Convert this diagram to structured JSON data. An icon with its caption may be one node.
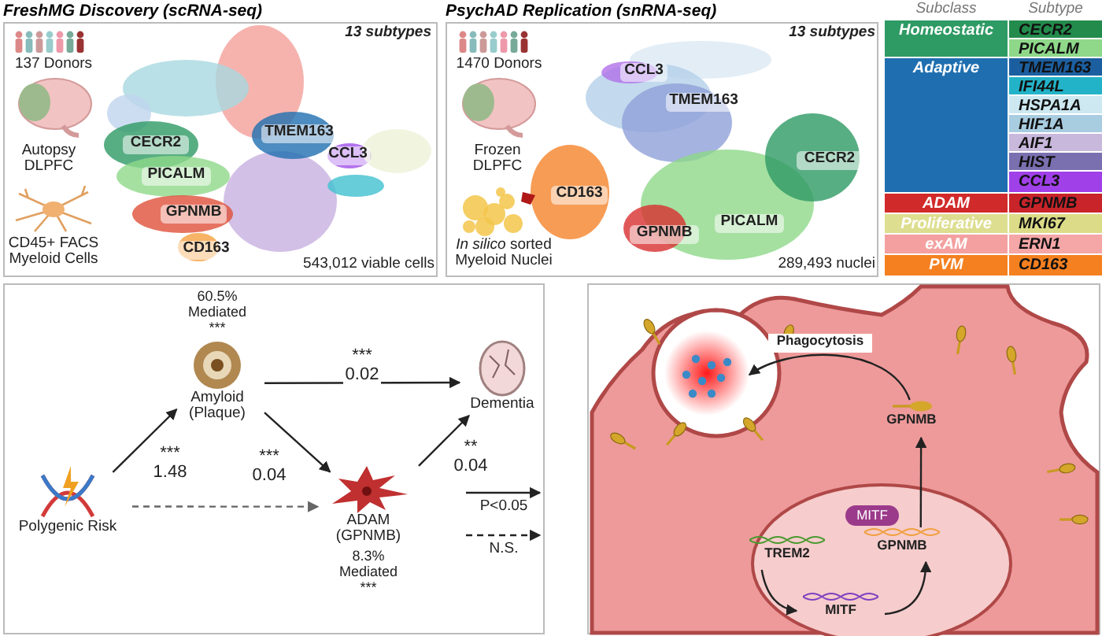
{
  "diagram": {
    "nodes": [
      {
        "text": [
          "FreshMG Discovery (scRNA-seq)"
        ]
      },
      {
        "text": [
          "PsychAD Replication (snRNA-seq)"
        ]
      },
      {
        "text": [
          "Polygenic Risk"
        ]
      },
      {
        "text": [
          "Amyloid (Plaque)"
        ],
        "beside": [
          "60.5% Mediated ***"
        ]
      },
      {
        "text": [
          "Dementia"
        ]
      },
      {
        "text": [
          "ADAM (GPNMB)"
        ],
        "beside": [
          "8.3% Mediated ***"
        ]
      },
      {
        "text": [],
        "shape": "picture"
      },
      {
        "text": [
          "GPNMB"
        ]
      },
      {
        "text": [
          "MITF"
        ]
      },
      {
        "text": [
          "GPNMB"
        ]
      },
      {
        "text": [
          "TREM2"
        ]
      },
      {
        "text": [
          "MITF"
        ]
      }
    ],
    "edges": [
      {
        "from": 2,
        "to": 3,
        "arrow": "to",
        "label": "*** 1.48"
      },
      {
        "from": 2,
        "to": 5,
        "arrow": "to",
        "style": "dashed",
        "color": "#666666"
      },
      {
        "from": 3,
        "to": 4,
        "arrow": "to",
        "label": "*** 0.02"
      },
      {
        "from": 3,
        "to": 5,
        "arrow": "to",
        "label": "*** 0.04"
      },
      {
        "from": 5,
        "to": 4,
        "arrow": "to",
        "label": "** 0.04"
      },
      {
        "from": 10,
        "to": 11,
        "arrow": "to"
      },
      {
        "from": 11,
        "to": 9,
        "arrow": "to"
      },
      {
        "from": 9,
        "to": 7,
        "arrow": "to"
      },
      {
        "from": 7,
        "to": 6,
        "arrow": "to",
        "label": "Phagocytosis"
      }
    ],
    "labels": [
      "13 subtypes",
      "137 Donors",
      "Autopsy DLPFC",
      "CD45+ FACS Myeloid Cells",
      "CECR2",
      "TMEM163",
      "CCL3",
      "PICALM",
      "GPNMB",
      "CD163",
      "543,012 viable cells",
      "13 subtypes",
      "1470 Donors",
      "Frozen DLPFC",
      "*In silico* sorted Myeloid Nuclei",
      "CCL3",
      "TMEM163",
      "CECR2",
      "CD163",
      "PICALM",
      "GPNMB",
      "289,493 nuclei",
      "Subclass",
      "Subtype",
      "Homeostatic",
      "CECR2",
      "PICALM",
      "Adaptive",
      "TMEM163",
      "IFI44L",
      "HSPA1A",
      "HIF1A",
      "AIF1",
      "HIST",
      "CCL3",
      "ADAM",
      "GPNMB",
      "Proliferative",
      "MKI67",
      "exAM",
      "ERN1",
      "PVM",
      "CD163"
    ],
    "legend": [
      {
        "text": "P<0.05"
      },
      {
        "text": "N.S."
      }
    ]
  }
}
